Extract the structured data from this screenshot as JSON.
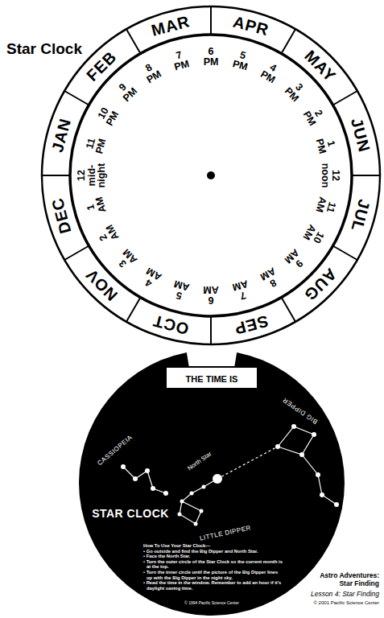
{
  "diagram": {
    "title": "Star Clock",
    "nodes": [
      {
        "text": [
          "MAR"
        ]
      },
      {
        "text": [
          "APR"
        ]
      },
      {
        "text": [
          "MAY"
        ]
      },
      {
        "text": [
          "JUN"
        ]
      },
      {
        "text": [
          "JUL"
        ]
      },
      {
        "text": [
          "AUG"
        ]
      },
      {
        "text": [
          "SEP"
        ]
      },
      {
        "text": [
          "OCT"
        ]
      },
      {
        "text": [
          "NOV"
        ]
      },
      {
        "text": [
          "DEC"
        ]
      },
      {
        "text": [
          "JAN"
        ]
      },
      {
        "text": [
          "FEB"
        ]
      },
      {
        "text": [
          "6 PM",
          "5 PM",
          "4 PM",
          "3 PM",
          "2 PM",
          "1 PM",
          "12 noon",
          "11 AM",
          "10 AM",
          "9 AM",
          "8 AM",
          "7 AM",
          "6 AM",
          "5 AM",
          "4 AM",
          "3 AM",
          "2 AM",
          "1 AM",
          "12 mid-night",
          "11 PM",
          "10 PM",
          "9 PM",
          "8 PM",
          "7 PM"
        ]
      },
      {
        "text": [
          "CASSIOPEIA",
          "North Star",
          "BIG DIPPER",
          "LITTLE DIPPER",
          "STAR CLOCK",
          "How To Use Your Star Clock—",
          "• Go outside and find the Big Dipper and North Star.",
          "• Face the North Star.",
          "• Turn the outer circle of the Star Clock so the current month is at the top.",
          "• Turn the inner circle until the picture of the Big Dipper lines up with the Big Dipper in the night sky.",
          "• Read the time in the window. Remember to add an hour if it's daylight saving time.",
          "© 1994 Pacific Science Center"
        ]
      },
      {
        "text": [
          "THE TIME IS"
        ],
        "in": 13
      }
    ],
    "labels": [
      "Astro Adventures: Star Finding",
      "Lesson 4: Star Finding",
      "© 2001 Pacific Science Center"
    ]
  }
}
